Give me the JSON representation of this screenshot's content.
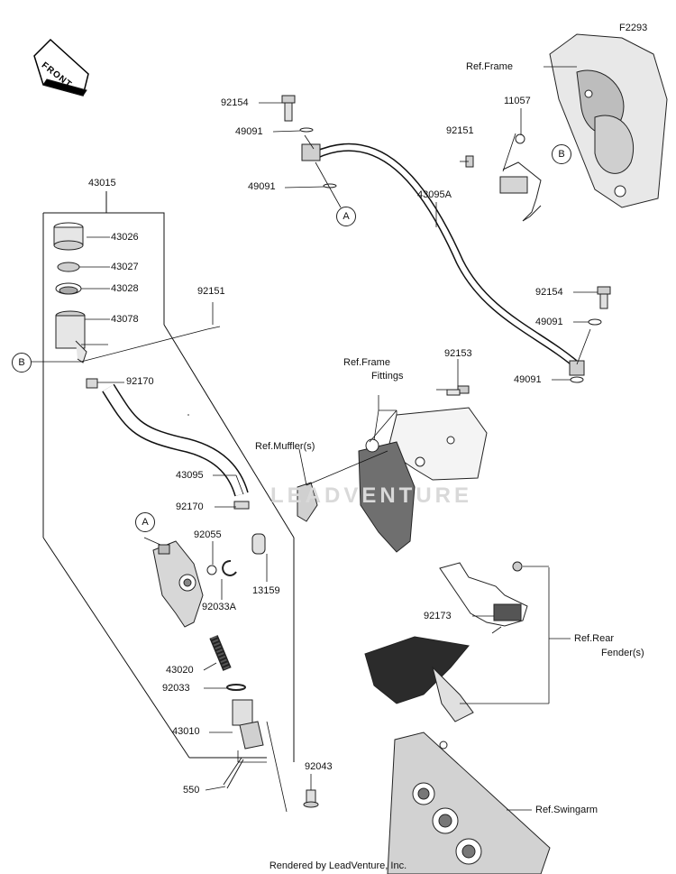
{
  "diagram_code": "F2293",
  "front_label": "FRONT",
  "footer": "Rendered by LeadVenture, Inc.",
  "watermark": "LEADVENTURE",
  "callouts": {
    "a1": "A",
    "a2": "A",
    "b1": "B",
    "b2": "B"
  },
  "labels": {
    "ref_frame": "Ref.Frame",
    "p11057": "11057",
    "p92151_top": "92151",
    "p92154_top": "92154",
    "p49091_a": "49091",
    "p49091_b": "49091",
    "p43095a": "43095A",
    "p92154_right": "92154",
    "p49091_c": "49091",
    "p49091_d": "49091",
    "p43015": "43015",
    "p43026": "43026",
    "p43027": "43027",
    "p43028": "43028",
    "p43078": "43078",
    "p92151_mid": "92151",
    "p92170_a": "92170",
    "ref_frame_fittings_1": "Ref.Frame",
    "ref_frame_fittings_2": "Fittings",
    "p92153": "92153",
    "ref_mufflers": "Ref.Muffler(s)",
    "p43095": "43095",
    "p92170_b": "92170",
    "p92055": "92055",
    "p92033a": "92033A",
    "p13159": "13159",
    "p92173": "92173",
    "ref_rear_fender_1": "Ref.Rear",
    "ref_rear_fender_2": "Fender(s)",
    "p43020": "43020",
    "p92033": "92033",
    "p43010": "43010",
    "p92043": "92043",
    "p550": "550",
    "ref_swingarm": "Ref.Swingarm"
  }
}
